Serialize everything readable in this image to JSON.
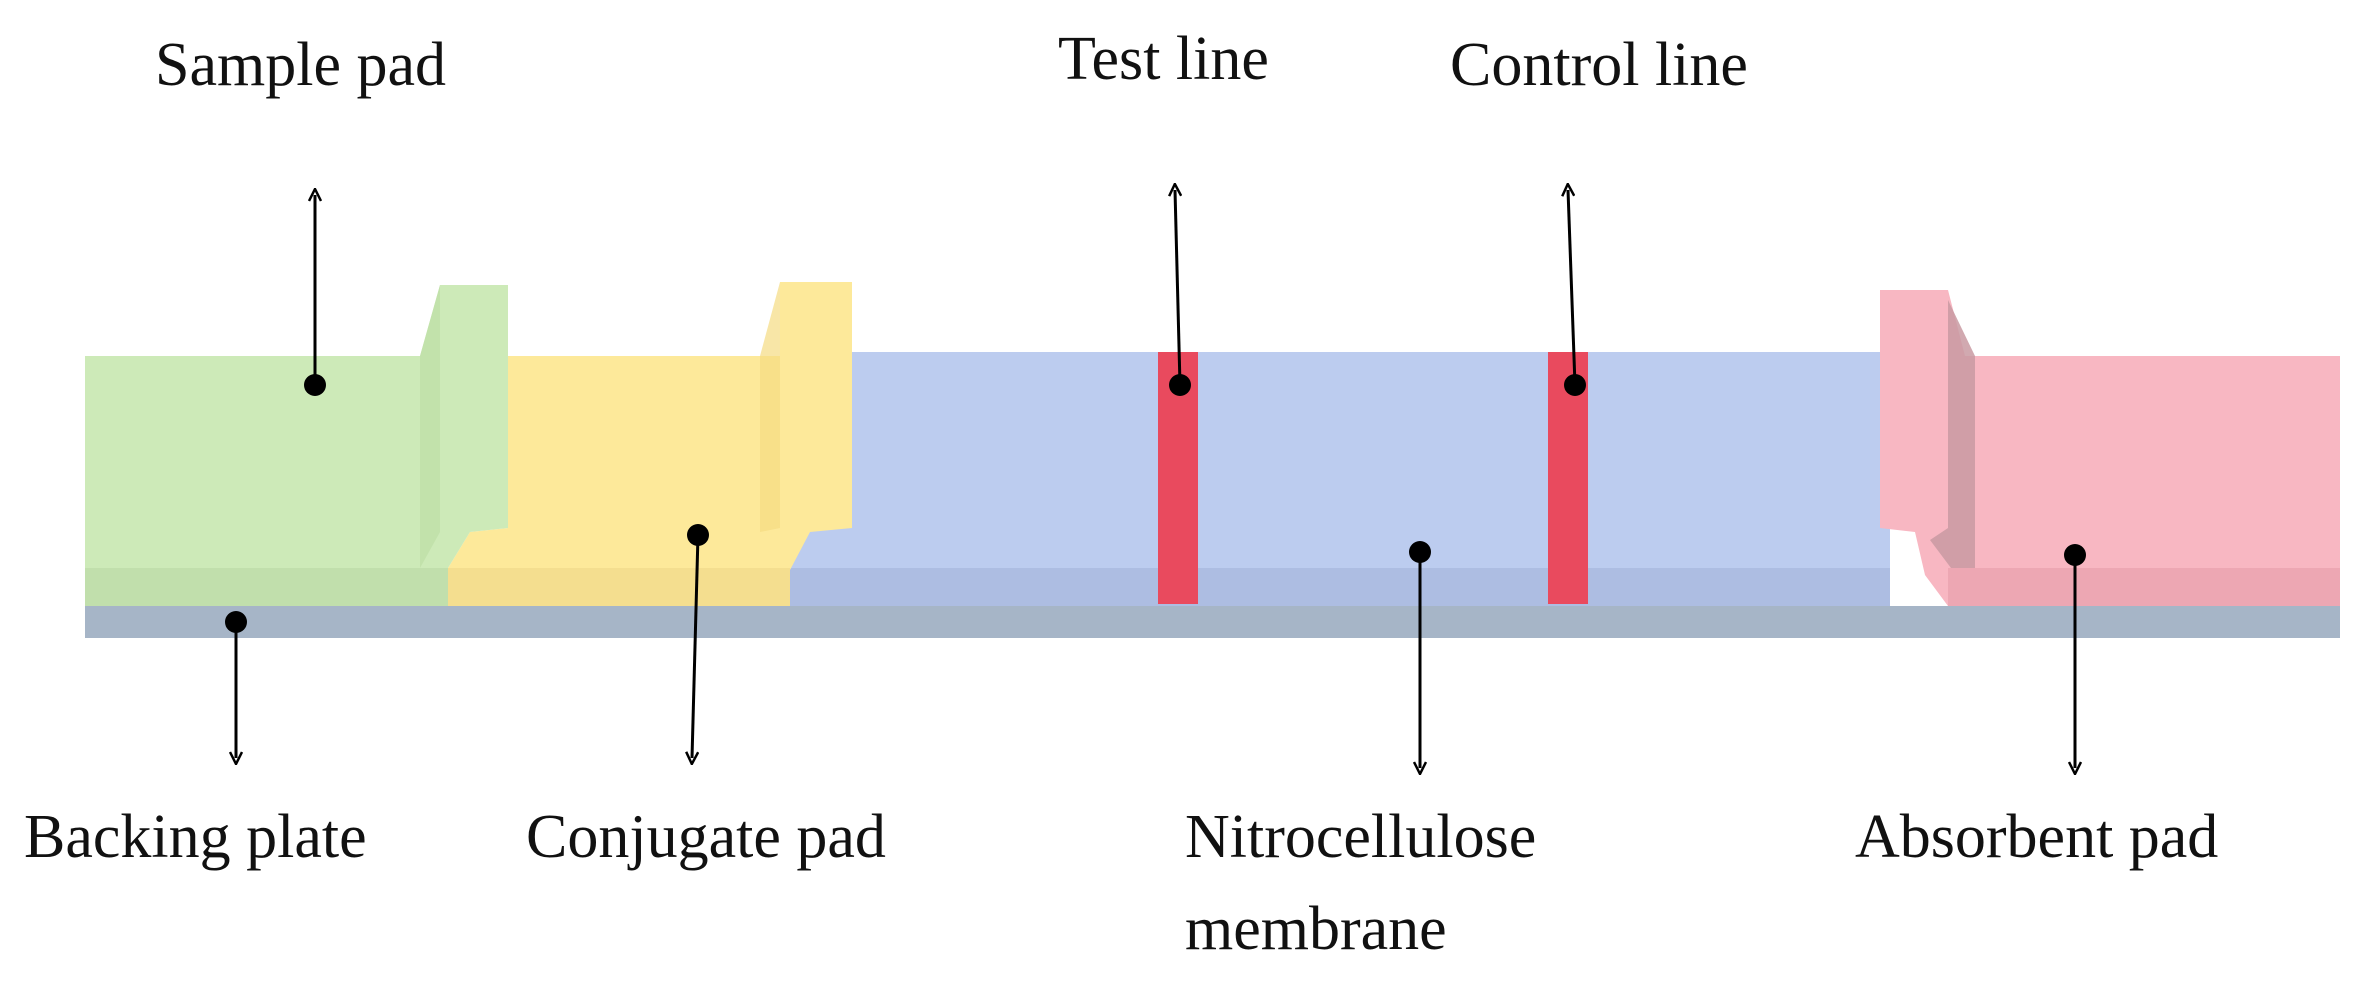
{
  "labels": {
    "sample_pad": "Sample pad",
    "test_line": "Test line",
    "control_line": "Control line",
    "backing_plate": "Backing plate",
    "conjugate_pad": "Conjugate pad",
    "nitrocellulose_line1": "Nitrocellulose",
    "nitrocellulose_line2": "membrane",
    "absorbent_pad": "Absorbent pad"
  },
  "colors": {
    "sample_pad": "#cdeab8",
    "conjugate_pad": "#fde99a",
    "membrane": "#bcccef",
    "absorbent_pad": "#f8b7c2",
    "backing_plate": "#a6b5c7",
    "test_control_lines": "#e94a5e",
    "arrows": "#000000"
  }
}
